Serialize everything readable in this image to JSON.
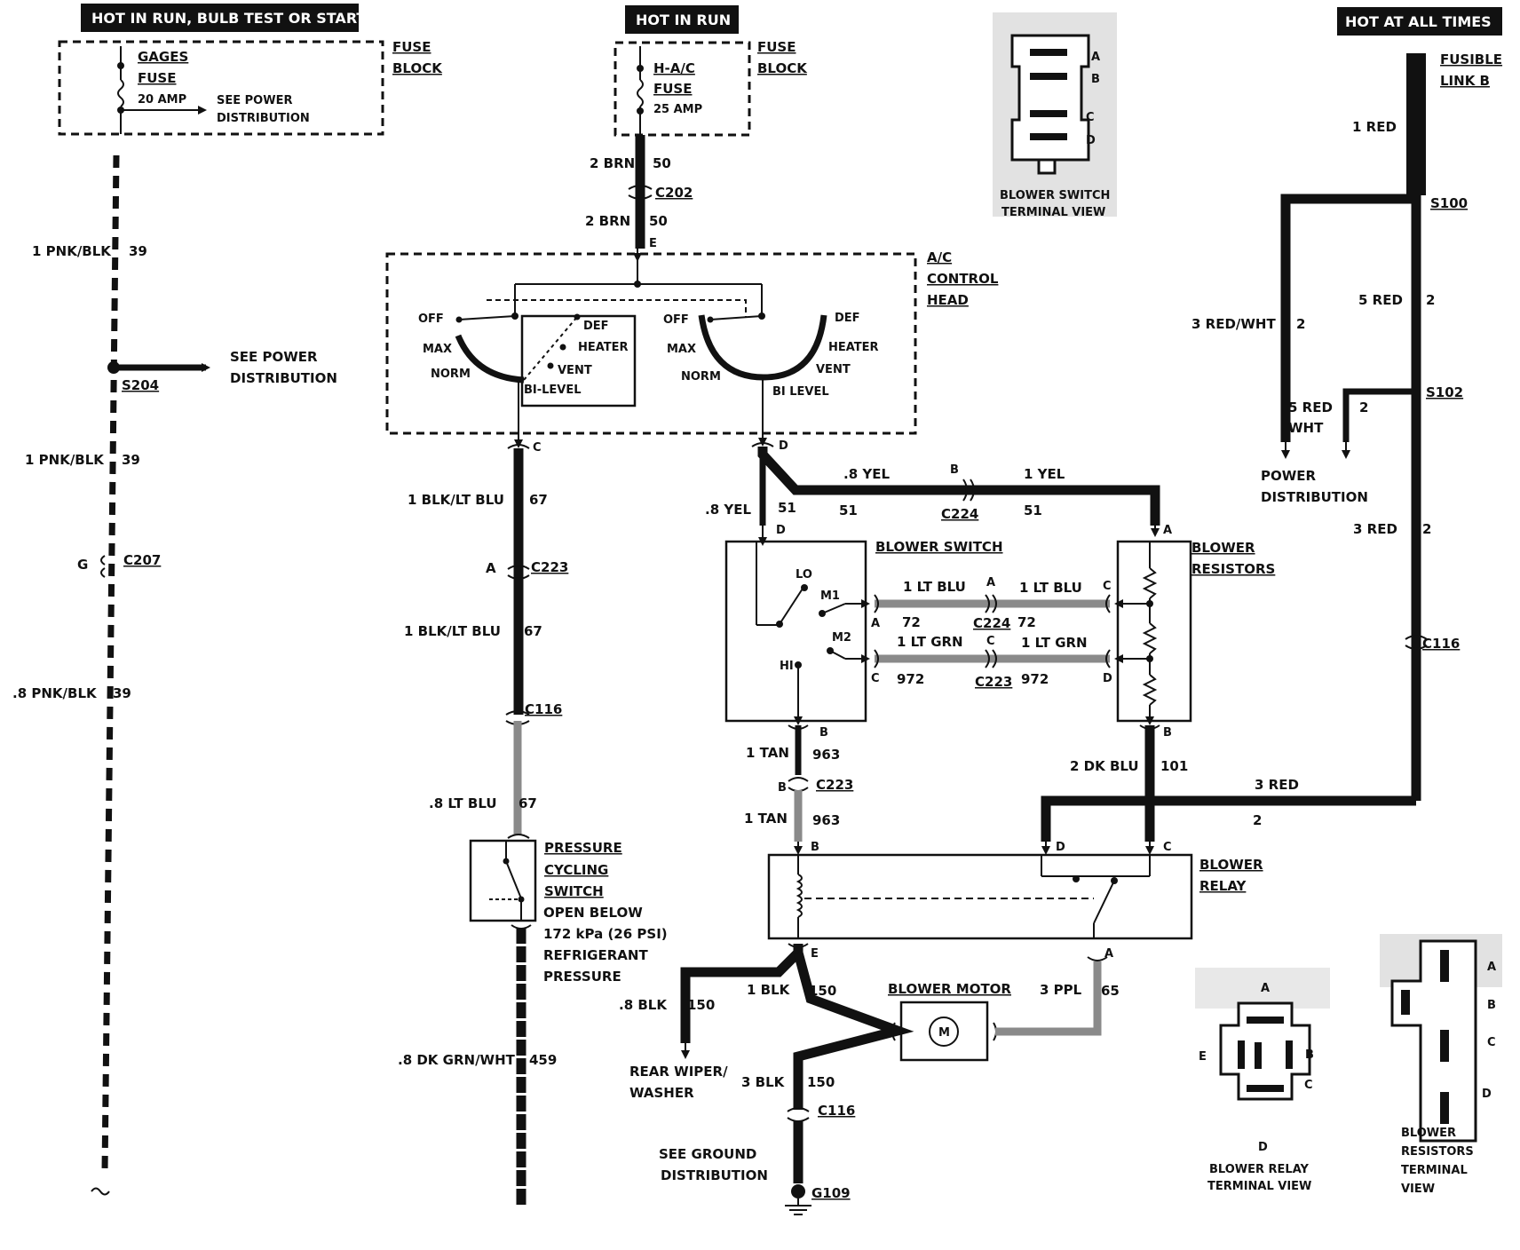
{
  "headers": {
    "left": "HOT IN RUN, BULB TEST OR START",
    "center": "HOT IN RUN",
    "right": "HOT AT ALL TIMES"
  },
  "gages_fuse": {
    "line1": "GAGES",
    "line2": "FUSE",
    "rating": "20 AMP",
    "see1": "SEE POWER",
    "see2": "DISTRIBUTION",
    "block1": "FUSE",
    "block2": "BLOCK"
  },
  "hac_fuse": {
    "line1": "H-A/C",
    "line2": "FUSE",
    "rating": "25 AMP",
    "block1": "FUSE",
    "block2": "BLOCK"
  },
  "fusible_link": {
    "line1": "FUSIBLE",
    "line2": "LINK B"
  },
  "left_circuit": {
    "w1": "1 PNK/BLK",
    "c1": "39",
    "s204": "S204",
    "see1": "SEE POWER",
    "see2": "DISTRIBUTION",
    "w2": "1 PNK/BLK",
    "c2": "39",
    "g": "G",
    "c207": "C207",
    "w3": ".8 PNK/BLK",
    "c3": "39"
  },
  "center_top": {
    "w1": "2 BRN",
    "c1": "50",
    "c202": "C202",
    "w2": "2 BRN",
    "c2": "50",
    "e": "E"
  },
  "ac_control": {
    "title1": "A/C",
    "title2": "CONTROL",
    "title3": "HEAD",
    "left_off": "OFF",
    "left_max": "MAX",
    "left_norm": "NORM",
    "left_def": "DEF",
    "left_heater": "HEATER",
    "left_vent": "VENT",
    "left_bilevel": "BI-LEVEL",
    "right_off": "OFF",
    "right_max": "MAX",
    "right_norm": "NORM",
    "right_def": "DEF",
    "right_heater": "HEATER",
    "right_vent": "VENT",
    "right_bilevel": "BI LEVEL",
    "term_c": "C",
    "term_d": "D"
  },
  "pressure_branch": {
    "w1": "1 BLK/LT BLU",
    "c1": "67",
    "a": "A",
    "c223": "C223",
    "w2": "1 BLK/LT BLU",
    "c2": "67",
    "c116": "C116",
    "w3": ".8 LT BLU",
    "c3": "67",
    "sw1": "PRESSURE",
    "sw2": "CYCLING",
    "sw3": "SWITCH",
    "note1": "OPEN BELOW",
    "note2": "172 kPa (26 PSI)",
    "note3": "REFRIGERANT",
    "note4": "PRESSURE",
    "w4": ".8 DK GRN/WHT",
    "c4": "459"
  },
  "yel_run": {
    "w1": ".8 YEL",
    "c1": "51",
    "d": "D",
    "w2": ".8 YEL",
    "c2": "51",
    "b": "B",
    "c224": "C224",
    "w3": "1 YEL",
    "c3": "51",
    "a": "A"
  },
  "blower_switch": {
    "title": "BLOWER SWITCH",
    "lo": "LO",
    "m1": "M1",
    "m2": "M2",
    "hi": "HI",
    "a": "A",
    "c": "C",
    "b": "B"
  },
  "blower_resistors": {
    "title1": "BLOWER",
    "title2": "RESISTORS",
    "c": "C",
    "d": "D",
    "b": "B"
  },
  "switch_links": {
    "w1a": "1 LT BLU",
    "a": "A",
    "w1b": "1 LT BLU",
    "n1a": "72",
    "c224": "C224",
    "n1b": "72",
    "w2a": "1 LT GRN",
    "c": "C",
    "w2b": "1 LT GRN",
    "n2a": "972",
    "c223": "C223",
    "n2b": "972"
  },
  "tan_run": {
    "w1": "1 TAN",
    "c1": "963",
    "b": "B",
    "c223": "C223",
    "w2": "1 TAN",
    "c2": "963",
    "b2": "B"
  },
  "dkblu_run": {
    "w1": "2 DK BLU",
    "c1": "101"
  },
  "relay": {
    "title1": "BLOWER",
    "title2": "RELAY",
    "d": "D",
    "c": "C",
    "e": "E",
    "a": "A"
  },
  "right_circuit": {
    "w1": "1 RED",
    "s100": "S100",
    "w2": "3 RED/WHT",
    "c2": "2",
    "w3": "5 RED",
    "c3": "2",
    "s102": "S102",
    "w4a": "5 RED",
    "w4b": "WHT",
    "c4": "2",
    "pd1": "POWER",
    "pd2": "DISTRIBUTION",
    "w5": "3 RED",
    "c5": "2",
    "c116": "C116",
    "w6": "3 RED",
    "c6": "2"
  },
  "ground": {
    "w1": ".8 BLK",
    "c1": "150",
    "rw1": "REAR WIPER/",
    "rw2": "WASHER",
    "w2": "1 BLK",
    "c2": "150",
    "w3": "3 BLK",
    "c3": "150",
    "c116": "C116",
    "see1": "SEE GROUND",
    "see2": "DISTRIBUTION",
    "g109": "G109"
  },
  "motor": {
    "title": "BLOWER MOTOR",
    "m": "M",
    "w": "3 PPL",
    "c": "65"
  },
  "views": {
    "switch1": "BLOWER SWITCH",
    "switch2": "TERMINAL VIEW",
    "sw_a": "A",
    "sw_b": "B",
    "sw_c": "C",
    "sw_d": "D",
    "relay1": "BLOWER RELAY",
    "relay2": "TERMINAL VIEW",
    "r_a": "A",
    "r_b": "B",
    "r_c": "C",
    "r_d": "D",
    "r_e": "E",
    "res1": "BLOWER",
    "res2": "RESISTORS",
    "res3": "TERMINAL",
    "res4": "VIEW",
    "rs_a": "A",
    "rs_b": "B",
    "rs_c": "C",
    "rs_d": "D"
  }
}
